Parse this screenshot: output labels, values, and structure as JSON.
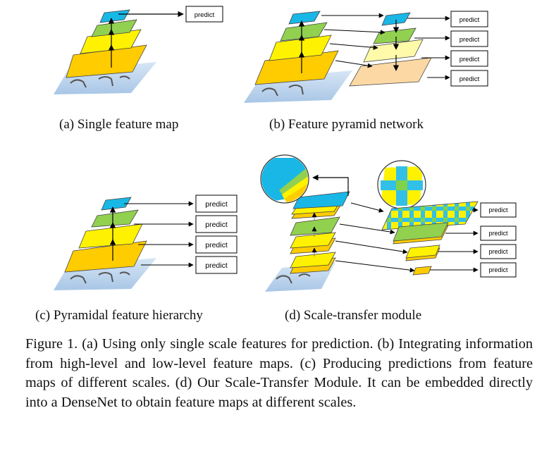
{
  "figure": {
    "predict_label": "predict",
    "subfigures": [
      {
        "caption": "(a)  Single feature map"
      },
      {
        "caption": "(b)  Feature pyramid network"
      },
      {
        "caption": "(c)  Pyramidal feature hierarchy"
      },
      {
        "caption": "(d)  Scale-transfer module"
      }
    ],
    "colors": {
      "blue": "#19b7e6",
      "green": "#92d050",
      "yellow": "#fff200",
      "orange_yellow": "#ffcc00",
      "pale_yellow": "#fffaaa",
      "peach": "#fcd9a4",
      "water": "#b9d1ea"
    }
  },
  "caption": {
    "text": "Figure 1. (a) Using only single scale features for prediction. (b) Integrating information from high-level and low-level feature maps. (c) Producing predictions from feature maps of different scales. (d) Our Scale-Transfer Module. It can be embedded directly into a DenseNet to obtain feature maps at different scales."
  }
}
